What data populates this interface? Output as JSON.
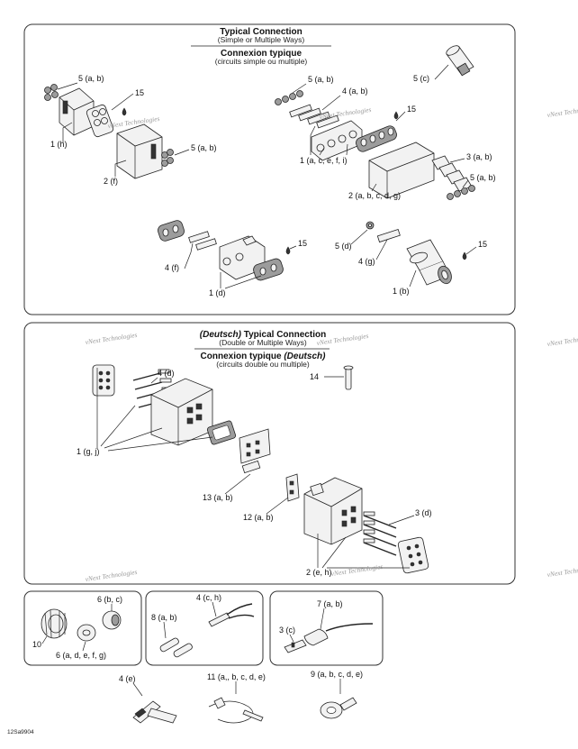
{
  "section1": {
    "title_en": "Typical Connection",
    "sub_en": "(Simple or Multiple Ways)",
    "title_fr": "Connexion typique",
    "sub_fr": "(circuits simple ou multiple)"
  },
  "section2": {
    "title_brand": "(Deutsch)",
    "title_en": " Typical Connection",
    "sub_en": "(Double or Multiple Ways)",
    "title_fr": "Connexion typique ",
    "title_fr_brand": "(Deutsch)",
    "sub_fr": "(circuits double ou multiple)"
  },
  "labels": {
    "l_5ab_1": "5 (a, b)",
    "l_15_1": "15",
    "l_1h": "1 (h)",
    "l_2f": "2 (f)",
    "l_5ab_2": "5 (a, b)",
    "l_5ab_3": "5 (a, b)",
    "l_4ab": "4 (a, b)",
    "l_5c": "5 (c)",
    "l_15_2": "15",
    "l_1acefi": "1 (a, c, e, f, i)",
    "l_3ab": "3 (a, b)",
    "l_5ab_4": "5 (a, b)",
    "l_2abcdg": "2 (a, b, c, d, g)",
    "l_4f": "4 (f)",
    "l_15_3": "15",
    "l_1d": "1 (d)",
    "l_5d": "5 (d)",
    "l_4g": "4 (g)",
    "l_15_4": "15",
    "l_1b": "1 (b)",
    "l_4d": "4 (d)",
    "l_14": "14",
    "l_1gj": "1 (g, j)",
    "l_13ab": "13 (a, b)",
    "l_12ab": "12  (a, b)",
    "l_3d": "3 (d)",
    "l_2eh": "2 (e, h)",
    "l_6bc": "6 (b, c)",
    "l_10": "10",
    "l_6adefg": "6 (a, d, e, f, g)",
    "l_4ch": "4 (c, h)",
    "l_8ab": "8 (a, b)",
    "l_7ab": "7 (a, b)",
    "l_3c": "3 (c)",
    "l_4e": "4 (e)",
    "l_11abcde": "11 (a,, b, c, d, e)",
    "l_9abcde": "9 (a, b, c, d, e)"
  },
  "watermark": "vNext Technologies",
  "figure_code": "12Sa9904",
  "colors": {
    "ink": "#111111",
    "watermark": "#9a9a9a",
    "part_fill": "#f2f2f2",
    "part_dark": "#9c9c9c"
  }
}
